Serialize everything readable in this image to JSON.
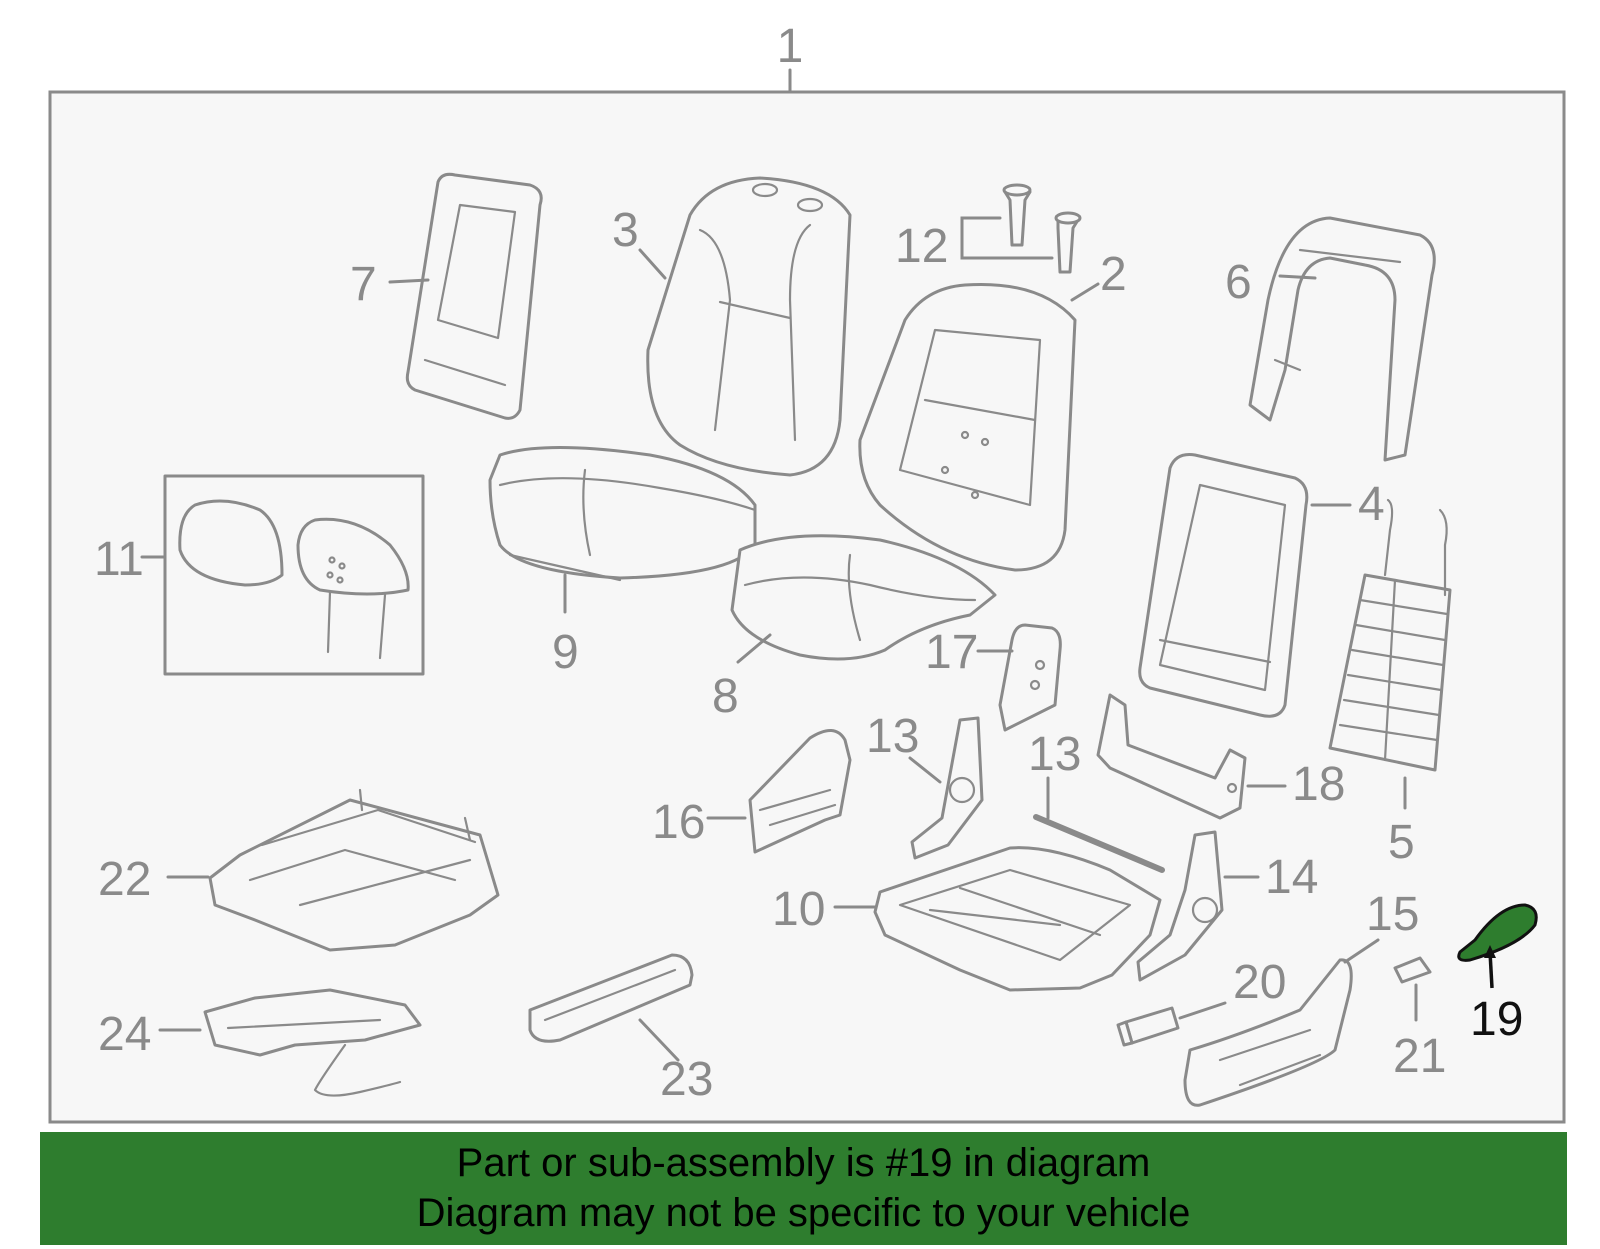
{
  "diagram": {
    "title_number": "1",
    "highlight_color": "#2e7d2e",
    "callouts": [
      {
        "id": "2",
        "label": "2"
      },
      {
        "id": "3",
        "label": "3"
      },
      {
        "id": "4",
        "label": "4"
      },
      {
        "id": "5",
        "label": "5"
      },
      {
        "id": "6",
        "label": "6"
      },
      {
        "id": "7",
        "label": "7"
      },
      {
        "id": "8",
        "label": "8"
      },
      {
        "id": "9",
        "label": "9"
      },
      {
        "id": "10",
        "label": "10"
      },
      {
        "id": "11",
        "label": "11"
      },
      {
        "id": "12",
        "label": "12"
      },
      {
        "id": "13a",
        "label": "13"
      },
      {
        "id": "13b",
        "label": "13"
      },
      {
        "id": "14",
        "label": "14"
      },
      {
        "id": "15",
        "label": "15"
      },
      {
        "id": "16",
        "label": "16"
      },
      {
        "id": "17",
        "label": "17"
      },
      {
        "id": "18",
        "label": "18"
      },
      {
        "id": "19",
        "label": "19",
        "highlighted": true
      },
      {
        "id": "20",
        "label": "20"
      },
      {
        "id": "21",
        "label": "21"
      },
      {
        "id": "22",
        "label": "22"
      },
      {
        "id": "23",
        "label": "23"
      },
      {
        "id": "24",
        "label": "24"
      }
    ]
  },
  "banner": {
    "line1": "Part or sub-assembly is #19 in diagram",
    "line2": "Diagram may not be specific to your vehicle"
  }
}
